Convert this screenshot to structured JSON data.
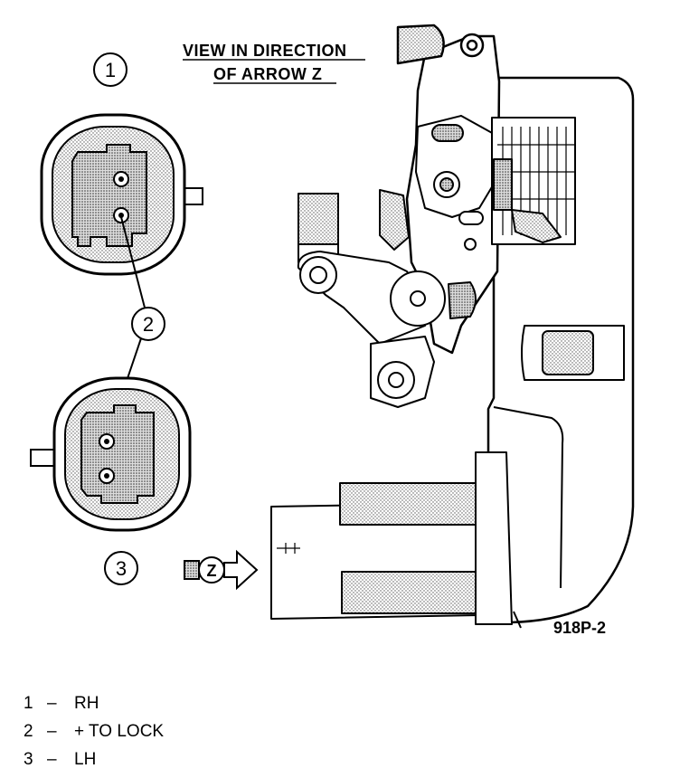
{
  "title": {
    "line1": "VIEW IN DIRECTION",
    "line2": "OF ARROW Z"
  },
  "callouts": {
    "c1": "1",
    "c2": "2",
    "c3": "3",
    "arrow_z": "Z"
  },
  "figure_code": "918P-2",
  "legend": [
    {
      "num": "1",
      "dash": "–",
      "text": "RH"
    },
    {
      "num": "2",
      "dash": "–",
      "text": "+ TO LOCK"
    },
    {
      "num": "3",
      "dash": "–",
      "text": "LH"
    }
  ]
}
